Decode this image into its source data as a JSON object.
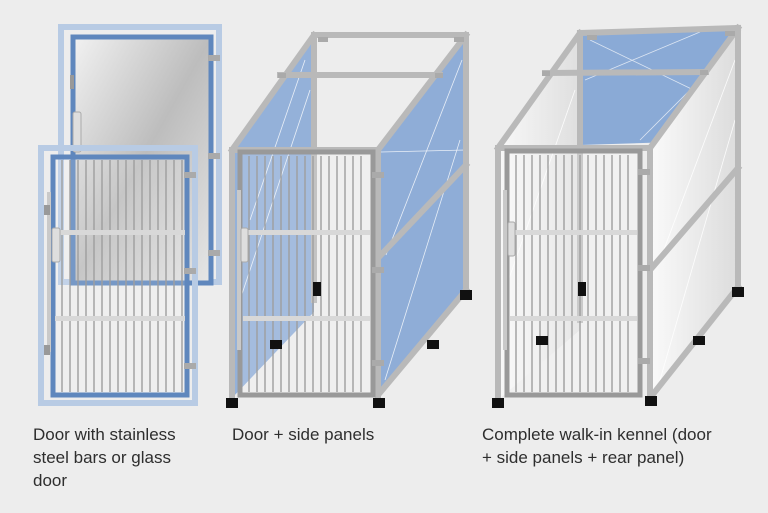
{
  "colors": {
    "background": "#ededed",
    "frame_grey": "#bdbdbd",
    "frame_dark": "#9a9a9a",
    "door_blue": "#6b93c4",
    "glass_blue": "#8aaad6",
    "foot": "#111111",
    "text": "#2e2e2e"
  },
  "items": [
    {
      "caption": "Door with stainless\nsteel bars or glass\ndoor"
    },
    {
      "caption": "Door + side panels"
    },
    {
      "caption": "Complete walk-in kennel (door\n+  side panels + rear panel)"
    }
  ],
  "icons": [
    "door-icon",
    "glass-door-icon",
    "kennel-with-side-panels-icon",
    "complete-kennel-icon"
  ]
}
